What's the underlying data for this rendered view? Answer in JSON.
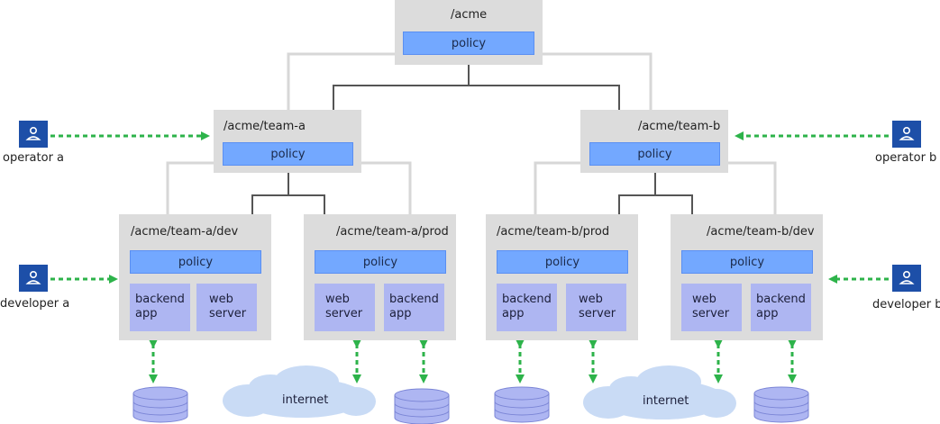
{
  "root": {
    "path": "/acme",
    "policy": "policy"
  },
  "teams": [
    {
      "path": "/acme/team-a",
      "policy": "policy"
    },
    {
      "path": "/acme/team-b",
      "policy": "policy"
    }
  ],
  "projects": [
    {
      "path": "/acme/team-a/dev",
      "policy": "policy",
      "apps": [
        "backend\napp",
        "web\nserver"
      ]
    },
    {
      "path": "/acme/team-a/prod",
      "policy": "policy",
      "apps": [
        "web\nserver",
        "backend\napp"
      ]
    },
    {
      "path": "/acme/team-b/prod",
      "policy": "policy",
      "apps": [
        "backend\napp",
        "web\nserver"
      ]
    },
    {
      "path": "/acme/team-b/dev",
      "policy": "policy",
      "apps": [
        "web\nserver",
        "backend\napp"
      ]
    }
  ],
  "users": {
    "operator_a": "operator a",
    "operator_b": "operator b",
    "developer_a": "developer a",
    "developer_b": "developer b"
  },
  "clouds": [
    "internet",
    "internet"
  ],
  "colors": {
    "container": "#dcdcdc",
    "policy": "#73a8ff",
    "app": "#aeb6f2",
    "user_icon": "#1d4fa8",
    "arrow_dashed": "#2db34a",
    "arrow_solid": "#555555",
    "connector": "#d7d7d7",
    "cloud": "#c9dbf5",
    "database": "#aeb6f2"
  },
  "icons": {
    "user": "user-icon",
    "database": "database-icon",
    "cloud": "cloud-icon"
  }
}
